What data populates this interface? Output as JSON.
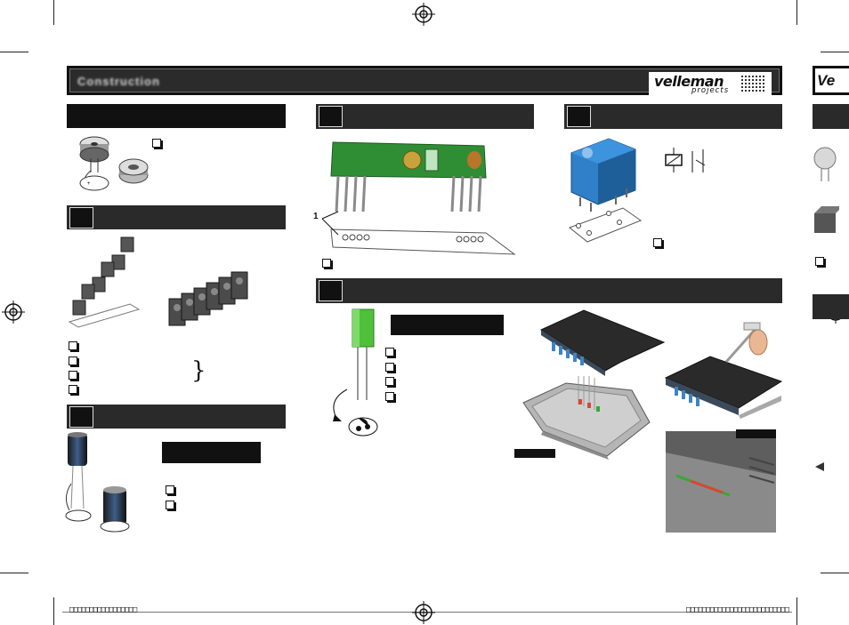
{
  "header": {
    "title": "Construction",
    "logo": {
      "brand": "velleman",
      "sub": "projects"
    }
  },
  "labels": {
    "pcb_callout": "1"
  },
  "footer": {
    "left_text": "□□□□□□□□□□□□□□□□□",
    "right_text": "□□□□□□□□□□□□□□□□□□□□□□□□□□"
  },
  "icons": {
    "registration": "registration-mark-icon",
    "checkbox": "checkbox-icon",
    "arrow": "arrow-left-icon"
  }
}
